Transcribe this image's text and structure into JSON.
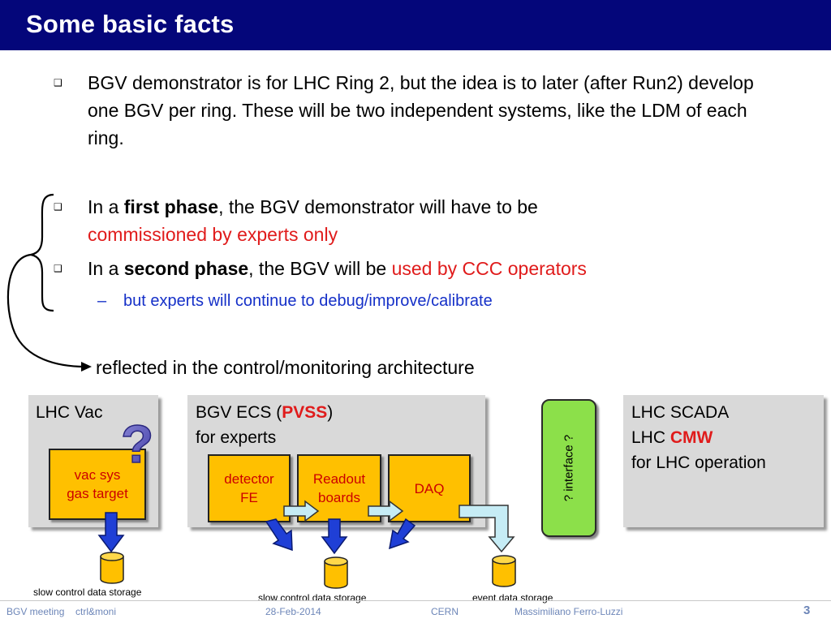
{
  "slide": {
    "title": "Some basic facts"
  },
  "bullets": [
    {
      "text": "BGV demonstrator is for LHC Ring 2, but the idea is to later (after Run2) develop one BGV per ring. These will be two independent systems, like the LDM of each ring."
    },
    {
      "pre": "In a ",
      "bold": "first phase",
      "mid": ", the BGV demonstrator will have to be ",
      "red": "commissioned by experts only"
    },
    {
      "pre": "In a ",
      "bold": "second phase",
      "mid": ", the BGV will be ",
      "red": "used by CCC operators"
    }
  ],
  "sub_bullet": {
    "dash": "–",
    "text": "but experts will continue to debug/improve/calibrate"
  },
  "reflected": "reflected in the control/monitoring architecture",
  "diagram": {
    "lhc_vac": {
      "label": "LHC Vac",
      "question": "?",
      "box": [
        "vac sys",
        "gas target"
      ]
    },
    "bgv_ecs": {
      "line1_pre": "BGV ECS (",
      "line1_red": "PVSS",
      "line1_post": ")",
      "line2": "for experts",
      "boxes": [
        [
          "detector",
          "FE"
        ],
        [
          "Readout",
          "boards"
        ],
        [
          "DAQ"
        ]
      ]
    },
    "interface": "? interface ?",
    "lhc_scada": {
      "line1": "LHC SCADA",
      "line2_pre": "LHC ",
      "line2_red": "CMW",
      "line3": "for LHC operation"
    },
    "captions": [
      "slow control data storage",
      "slow control data storage",
      "event data storage"
    ]
  },
  "footer": {
    "meeting": "BGV meeting",
    "topic": "ctrl&moni",
    "date": "28-Feb-2014",
    "org": "CERN",
    "author": "Massimiliano Ferro-Luzzi",
    "page": "3"
  },
  "colors": {
    "title_bar": "#04067a",
    "accent_red": "#e01b1b",
    "accent_blue": "#1530c8",
    "box_orange": "#ffc000",
    "arrow_blue": "#1f3fd6",
    "arrow_light": "#c6ecf5",
    "interface_green": "#8ce04a"
  }
}
